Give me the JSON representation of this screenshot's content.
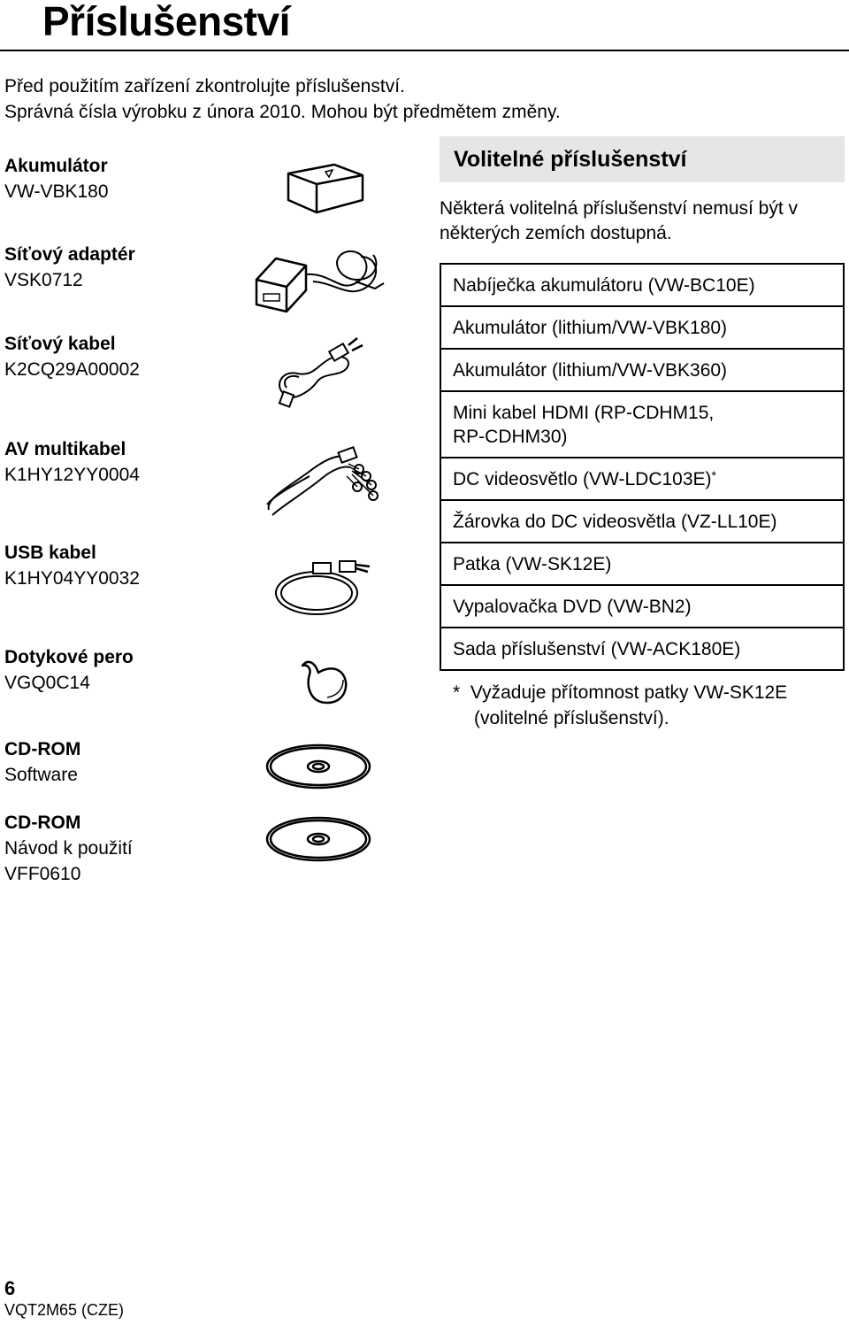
{
  "header": {
    "title": "Příslušenství"
  },
  "intro": {
    "line1": "Před použitím zařízení zkontrolujte příslušenství.",
    "line2": "Správná čísla výrobku z února 2010. Mohou být předmětem změny."
  },
  "accessories": [
    {
      "name": "Akumulátor",
      "code": "VW-VBK180"
    },
    {
      "name": "Síťový adaptér",
      "code": "VSK0712"
    },
    {
      "name": "Síťový kabel",
      "code": "K2CQ29A00002"
    },
    {
      "name": "AV multikabel",
      "code": "K1HY12YY0004"
    },
    {
      "name": "USB kabel",
      "code": "K1HY04YY0032"
    },
    {
      "name": "Dotykové pero",
      "code": "VGQ0C14"
    },
    {
      "name": "CD-ROM",
      "code": "Software"
    },
    {
      "name": "CD-ROM",
      "code": "Návod k použití",
      "code2": "VFF0610"
    }
  ],
  "optional": {
    "title": "Volitelné příslušenství",
    "note_line1": "Některá volitelná příslušenství nemusí být v",
    "note_line2": "některých zemích dostupná.",
    "items": [
      "Nabíječka akumulátoru (VW-BC10E)",
      "Akumulátor (lithium/VW-VBK180)",
      "Akumulátor (lithium/VW-VBK360)",
      "Mini kabel HDMI (RP-CDHM15,",
      "RP-CDHM30)",
      "DC videosvětlo (VW-LDC103E)",
      "Žárovka do DC videosvětla (VZ-LL10E)",
      "Patka (VW-SK12E)",
      "Vypalovačka DVD (VW-BN2)",
      "Sada příslušenství (VW-ACK180E)"
    ],
    "asterisk": "*",
    "footnote_mark": "*",
    "footnote_line1": "Vyžaduje přítomnost patky VW-SK12E",
    "footnote_line2": "(volitelné příslušenství)."
  },
  "footer": {
    "page_number": "6",
    "doc_code": "VQT2M65 (CZE)"
  }
}
